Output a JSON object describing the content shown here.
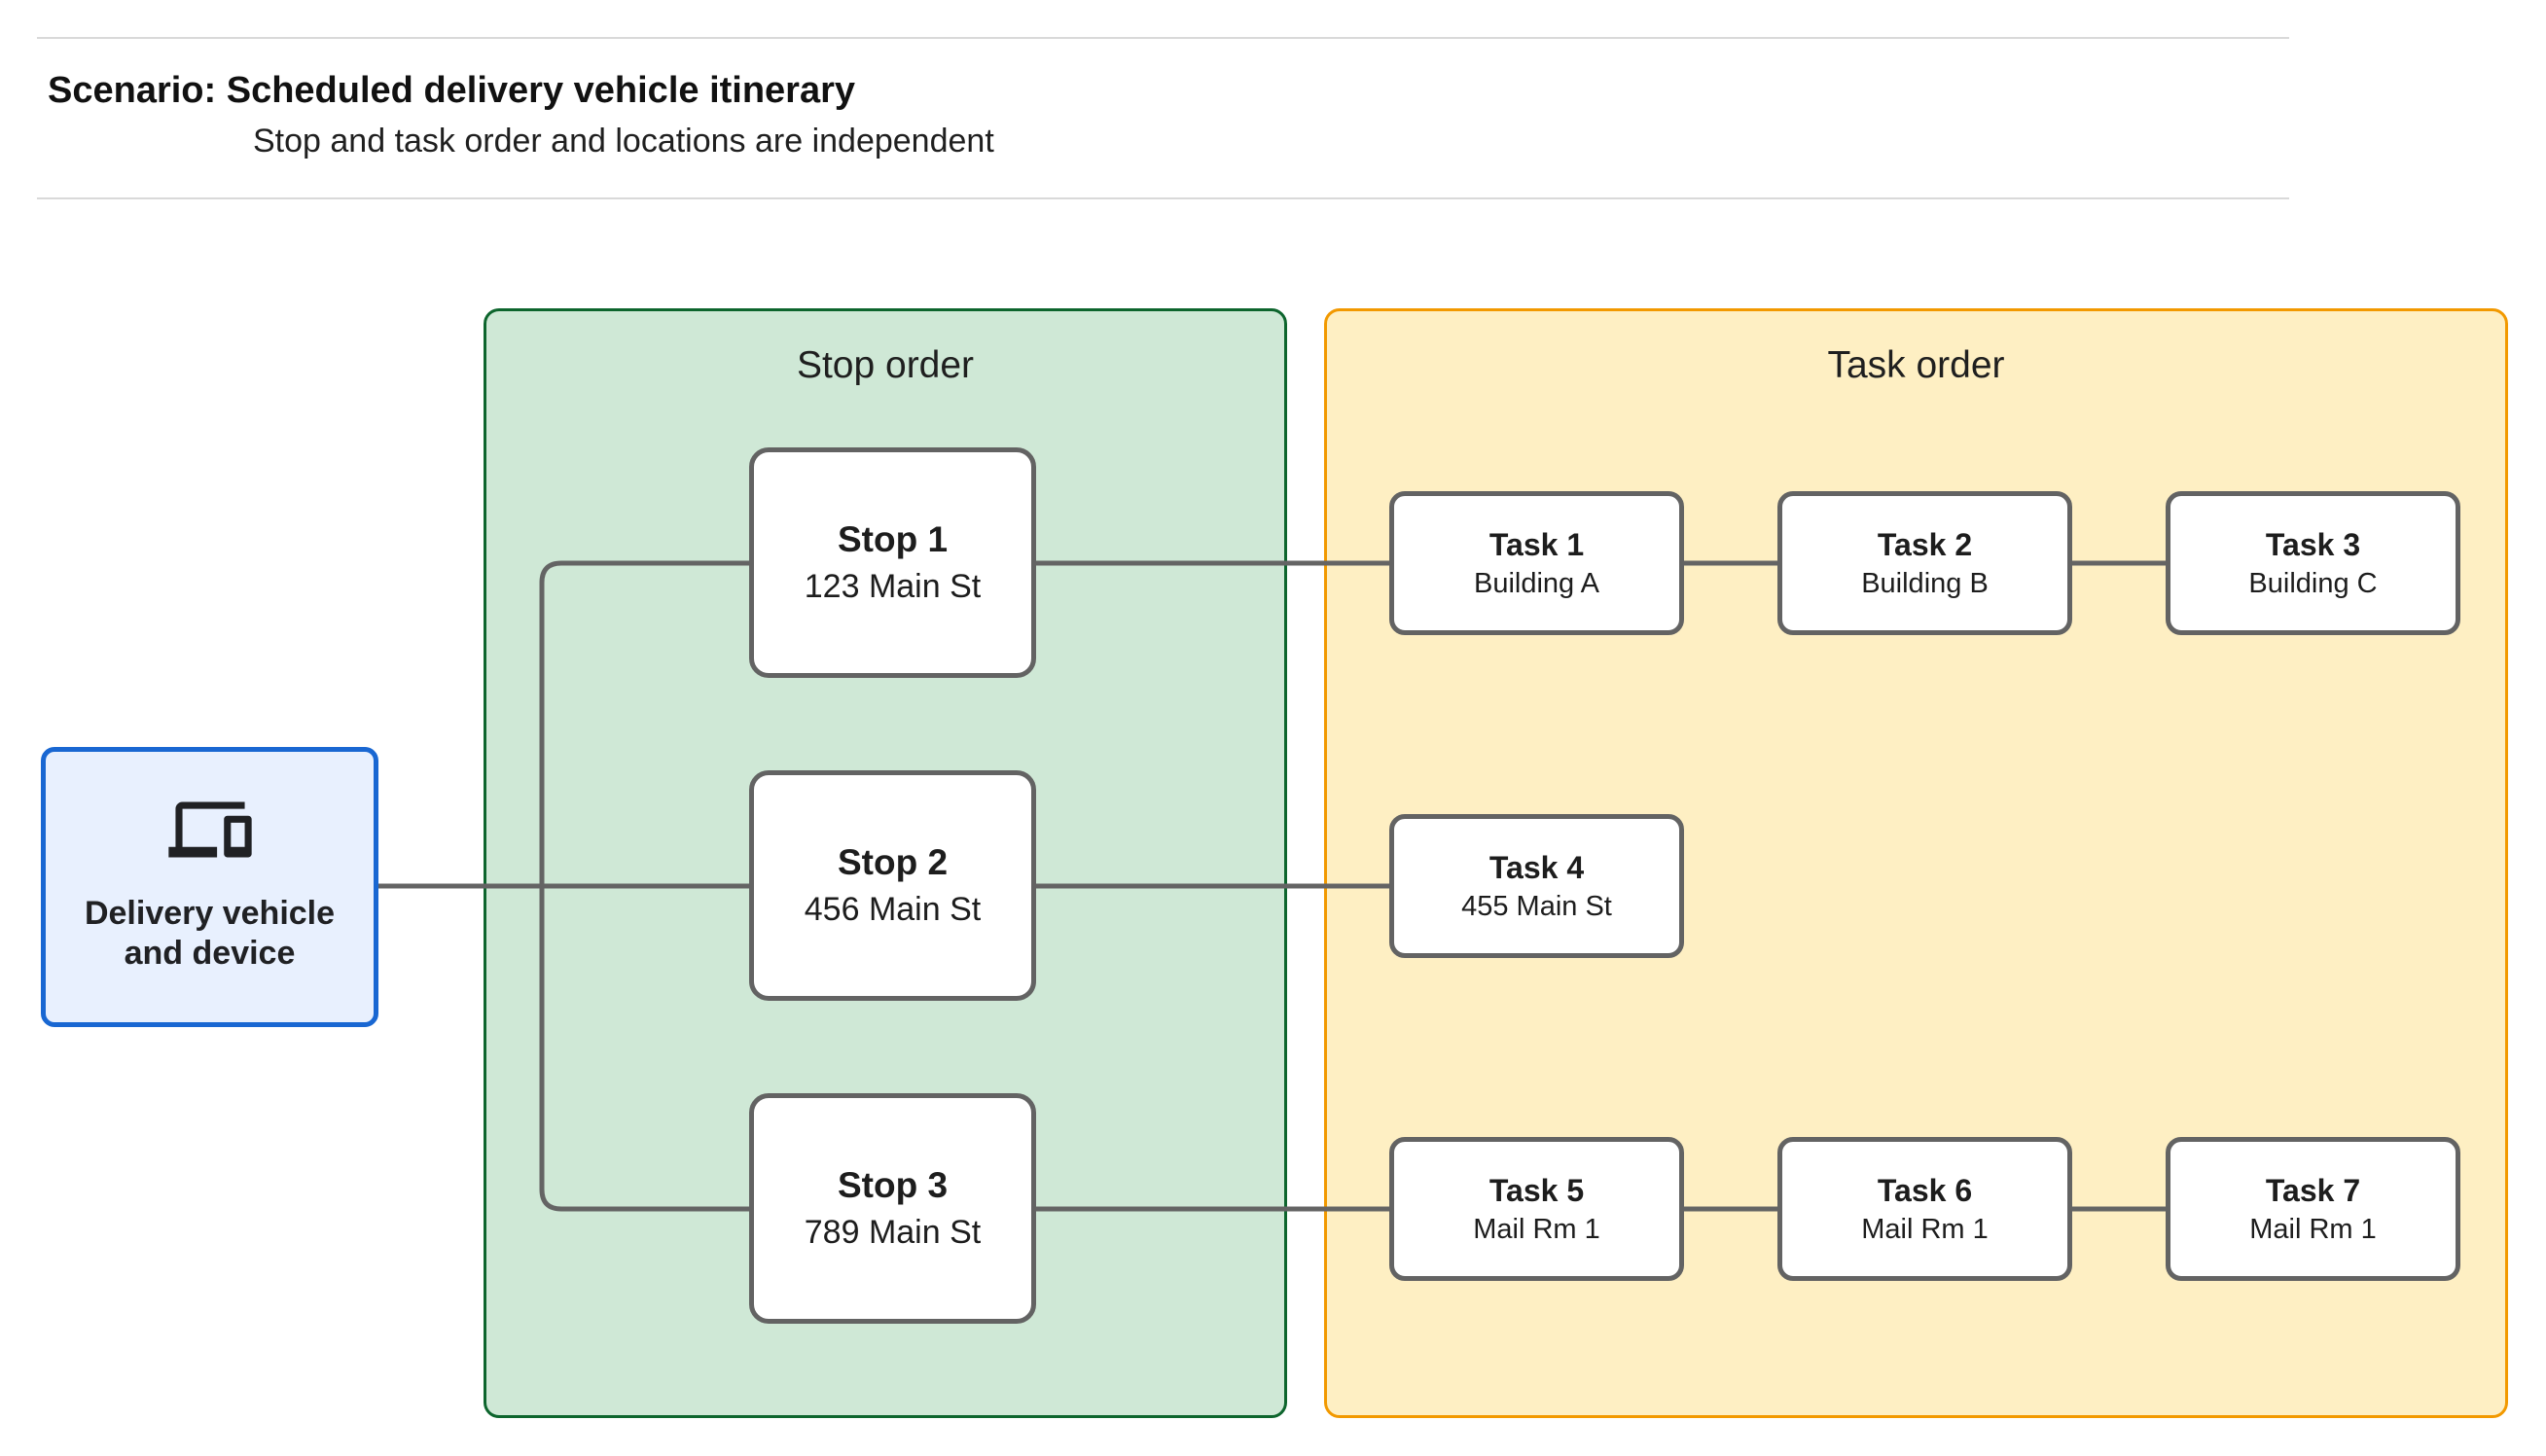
{
  "header": {
    "title": "Scenario: Scheduled delivery vehicle itinerary",
    "subtitle": "Stop and task order and locations are independent"
  },
  "source": {
    "label": "Delivery vehicle and device",
    "icon": "devices-icon"
  },
  "panels": {
    "stop_order": {
      "title": "Stop order",
      "fill": "#cfe8d6",
      "border": "#0d652d"
    },
    "task_order": {
      "title": "Task order",
      "fill": "#feefc3",
      "border": "#f29900"
    }
  },
  "stops": [
    {
      "title": "Stop 1",
      "subtitle": "123 Main St"
    },
    {
      "title": "Stop 2",
      "subtitle": "456 Main St"
    },
    {
      "title": "Stop 3",
      "subtitle": "789 Main St"
    }
  ],
  "tasks": [
    {
      "title": "Task 1",
      "subtitle": "Building A"
    },
    {
      "title": "Task 2",
      "subtitle": "Building B"
    },
    {
      "title": "Task 3",
      "subtitle": "Building C"
    },
    {
      "title": "Task 4",
      "subtitle": "455 Main St"
    },
    {
      "title": "Task 5",
      "subtitle": "Mail Rm 1"
    },
    {
      "title": "Task 6",
      "subtitle": "Mail Rm 1"
    },
    {
      "title": "Task 7",
      "subtitle": "Mail Rm 1"
    }
  ],
  "colors": {
    "source_fill": "#e8f0fe",
    "source_border": "#1967d2",
    "node_border": "#636363",
    "connector": "#646464",
    "divider": "#d9d9d9",
    "text": "#202124"
  }
}
